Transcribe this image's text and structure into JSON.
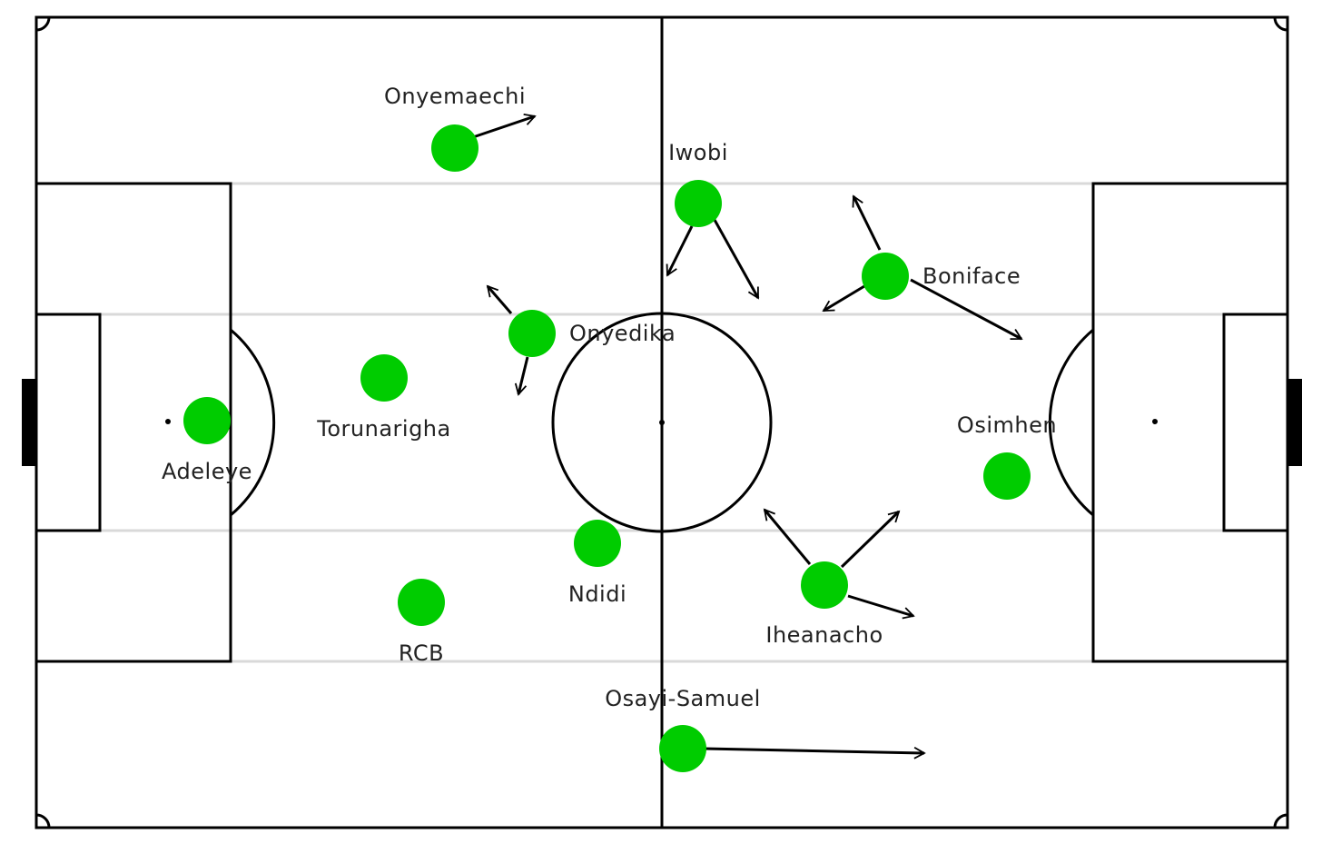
{
  "colors": {
    "player": "#00cc00",
    "lines": "#000000",
    "guides": "#d9d9d9",
    "label": "#222222"
  },
  "players": [
    {
      "id": "onyemaechi",
      "label": "Onyemaechi"
    },
    {
      "id": "iwobi",
      "label": "Iwobi"
    },
    {
      "id": "boniface",
      "label": "Boniface"
    },
    {
      "id": "onyedika",
      "label": "Onyedika"
    },
    {
      "id": "torunarigha",
      "label": "Torunarigha"
    },
    {
      "id": "adeleye",
      "label": "Adeleye"
    },
    {
      "id": "osimhen",
      "label": "Osimhen"
    },
    {
      "id": "ndidi",
      "label": "Ndidi"
    },
    {
      "id": "rcb",
      "label": "RCB"
    },
    {
      "id": "iheanacho",
      "label": "Iheanacho"
    },
    {
      "id": "osayi-samuel",
      "label": "Osayi-Samuel"
    }
  ]
}
